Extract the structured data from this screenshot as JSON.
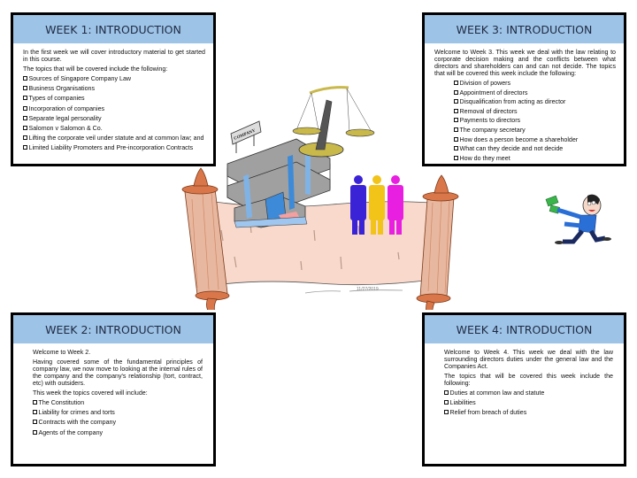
{
  "cards": {
    "week1": {
      "title": "WEEK 1: INTRODUCTION",
      "intro": "In the first week we will cover introductory material to get started in this course.",
      "lead": "The topics that will be covered include the following:",
      "topics": [
        "Sources of Singapore Company Law",
        "Business Organisations",
        "Types of companies",
        "Incorporation of companies",
        "Separate legal personality",
        "Salomon v Salomon & Co.",
        "Lifting the corporate veil under statute and at common law; and",
        "Limited Liability Promoters and Pre-incorporation Contracts"
      ]
    },
    "week2": {
      "title": "WEEK 2: INTRODUCTION",
      "welcome": "Welcome to Week 2.",
      "intro": "Having covered some of the fundamental principles of company law, we now move to looking at the internal rules of the company and the company's relationship (tort, contract, etc) with outsiders.",
      "lead": "This week the topics covered will include:",
      "topics": [
        "The Constitution",
        "Liability for crimes and torts",
        "Contracts with the company",
        "Agents of the company"
      ]
    },
    "week3": {
      "title": "WEEK 3: INTRODUCTION",
      "intro": "Welcome to Week 3. This week we deal with the law relating to corporate decision making and the conflicts between what directors and shareholders can and can not decide.  The topics that will be covered this week include the following:",
      "topics": [
        "Division of powers",
        "Appointment of directors",
        "Disqualification from acting as director",
        "Removal of directors",
        "Payments to directors",
        "The company secretary",
        "How does a person become a shareholder",
        "What can they decide and not decide",
        "How do they meet"
      ]
    },
    "week4": {
      "title": "WEEK 4: INTRODUCTION",
      "intro": "Welcome to Week 4. This week we deal with the law surrounding directors duties under the general law and the Companies Act.",
      "lead": "The topics that will be covered this week include the following:",
      "topics": [
        "Duties at common law and statute",
        "Liabilities",
        "Relief from breach of duties"
      ]
    }
  },
  "illustration": {
    "building_sign": "COMPANY",
    "signature": "11/27/2019",
    "colors": {
      "header_bg": "#9dc3e6",
      "scroll_paper": "#f8d9cc",
      "scroll_roll": "#d9774a",
      "scales": "#c9b84a",
      "figure_blue": "#3a22d6",
      "figure_yellow": "#f2c318",
      "figure_magenta": "#e81ee0",
      "building_gray": "#a0a0a0",
      "building_blue": "#3d8ad8"
    }
  }
}
